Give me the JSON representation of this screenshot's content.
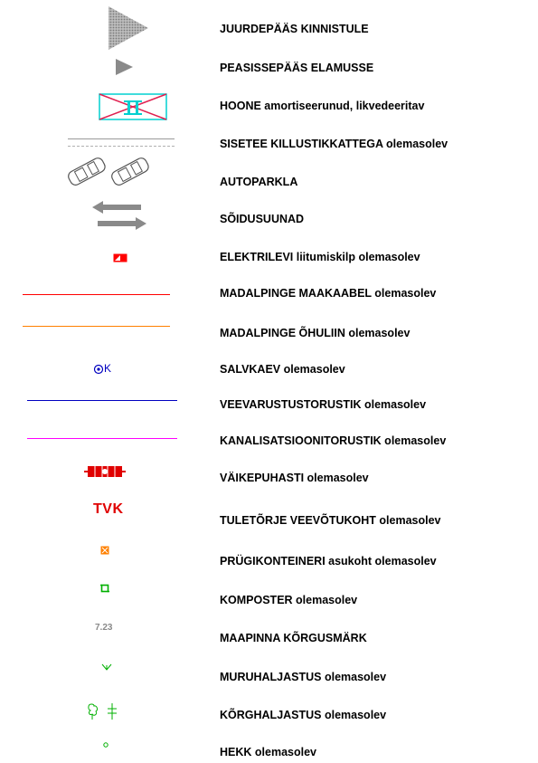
{
  "legend": {
    "items": [
      {
        "key": "access_property",
        "icon": "large-dotted-triangle-icon",
        "label": "JUURDEPÄÄS KINNISTULE"
      },
      {
        "key": "main_entrance",
        "icon": "small-triangle-icon",
        "label": "PEASISSEPÄÄS ELAMUSSE"
      },
      {
        "key": "building_demolish",
        "icon": "crossed-building-icon",
        "label": "HOONE amortiseerunud, likvedeeritav"
      },
      {
        "key": "gravel_road",
        "icon": "double-gray-line-icon",
        "label": "SISETEE  KILLUSTIKKATTEGA  olemasolev"
      },
      {
        "key": "parking",
        "icon": "cars-icon",
        "label": "AUTOPARKLA"
      },
      {
        "key": "traffic_direction",
        "icon": "two-way-arrows-icon",
        "label": "SÕIDUSUUNAD"
      },
      {
        "key": "electric_box",
        "icon": "red-box-icon",
        "label": "ELEKTRILEVI liitumiskilp olemasolev"
      },
      {
        "key": "lv_cable",
        "icon": "red-line-icon",
        "label": "MADALPINGE MAAKAABEL olemasolev"
      },
      {
        "key": "lv_overhead",
        "icon": "orange-line-icon",
        "label": "MADALPINGE ÕHULIIN olemasolev"
      },
      {
        "key": "well",
        "icon": "well-symbol-icon",
        "symbol_text": "K",
        "label": "SALVKAEV olemasolev"
      },
      {
        "key": "water_pipe",
        "icon": "blue-line-icon",
        "label": "VEEVARUSTUSTORUSTIK olemasolev"
      },
      {
        "key": "sewer_pipe",
        "icon": "magenta-line-icon",
        "label": "KANALISATSIOONITORUSTIK olemasolev"
      },
      {
        "key": "treatment_plant",
        "icon": "treatment-plant-icon",
        "label": "VÄIKEPUHASTI  olemasolev"
      },
      {
        "key": "fire_hydrant",
        "icon": "tvk-text-icon",
        "symbol_text": "TVK",
        "label": "TULETÕRJE VEEVÕTUKOHT olemasolev"
      },
      {
        "key": "waste_container",
        "icon": "orange-square-icon",
        "label": "PRÜGIKONTEINERI asukoht olemasolev"
      },
      {
        "key": "composter",
        "icon": "green-square-icon",
        "label": "KOMPOSTER olemasolev"
      },
      {
        "key": "elevation",
        "icon": "elevation-number-icon",
        "symbol_text": "7.23",
        "label": "MAAPINNA KÕRGUSMÄRK"
      },
      {
        "key": "lawn",
        "icon": "grass-icon",
        "label": "MURUHALJASTUS olemasolev"
      },
      {
        "key": "trees",
        "icon": "tree-icon",
        "label": "KÕRGHALJASTUS  olemasolev"
      },
      {
        "key": "hedge",
        "icon": "small-circle-icon",
        "label": "HEKK  olemasolev"
      }
    ]
  },
  "colors": {
    "triangle": "#9a9a9a",
    "building_cyan": "#00d0d0",
    "building_cross": "#e02050",
    "red": "#ff0000",
    "orange": "#ff8000",
    "blue": "#0000c0",
    "magenta": "#ff00ff",
    "green": "#00b000"
  }
}
